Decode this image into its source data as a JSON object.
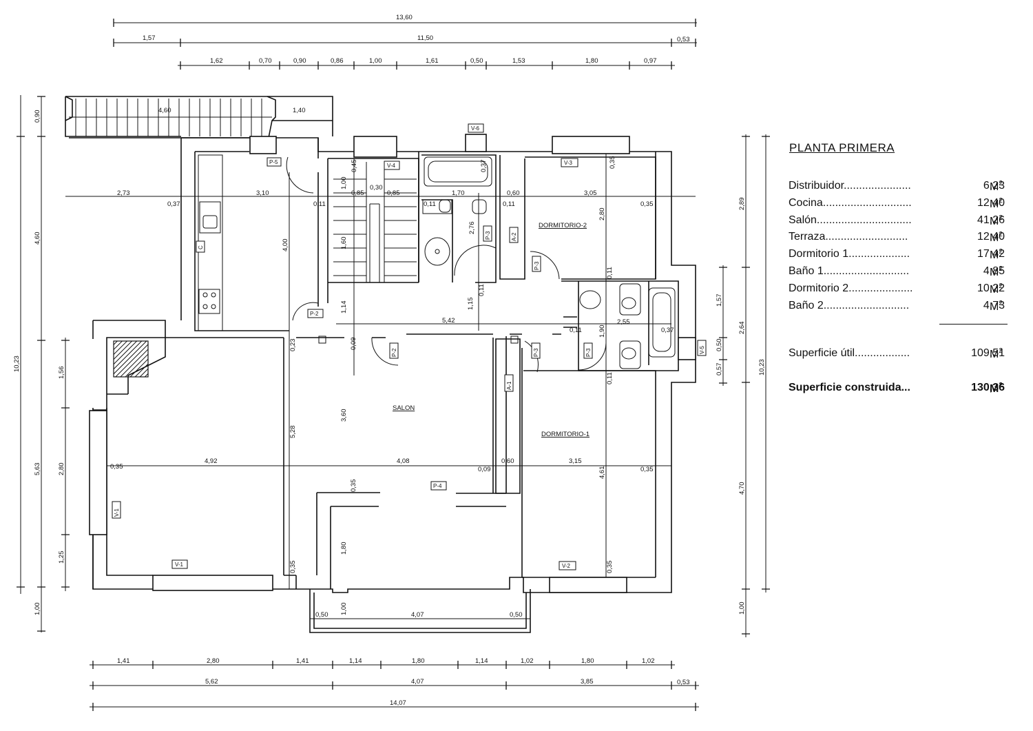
{
  "legend": {
    "title": "PLANTA PRIMERA",
    "unit": "M",
    "unit_exp": "2",
    "rows": [
      {
        "name": "Distribuidor......................",
        "value": "6,23"
      },
      {
        "name": "Cocina.............................",
        "value": "12,40"
      },
      {
        "name": "Salón...............................",
        "value": "41,26"
      },
      {
        "name": "Terraza...........................",
        "value": "12,40"
      },
      {
        "name": "Dormitorio 1....................",
        "value": "17,42"
      },
      {
        "name": "Baño 1............................",
        "value": "4,85"
      },
      {
        "name": "Dormitorio 2.....................",
        "value": "10,22"
      },
      {
        "name": "Baño 2............................",
        "value": "4,73"
      }
    ],
    "superficie_util": {
      "name": "Superficie útil..................",
      "value": "109,51"
    },
    "superficie_construida": {
      "name": "Superficie construida...",
      "value": "130,36"
    }
  },
  "plan": {
    "rooms": {
      "salon": "SALON",
      "dormitorio1": "DORMITORIO-1",
      "dormitorio2": "DORMITORIO-2"
    },
    "tags": {
      "p5": "P-5",
      "v4": "V-4",
      "v6": "V-6",
      "v3": "V-3",
      "p3a": "P-3",
      "a2": "A-2",
      "p3b": "P-3",
      "p2a": "P-2",
      "p2b": "P-2",
      "p3c": "P-3",
      "p3d": "P-3",
      "v5": "V-5",
      "a1": "A-1",
      "p4": "P-4",
      "v1a": "V-1",
      "v1b": "V-1",
      "v2": "V-2",
      "c": "C"
    },
    "top_dims": {
      "total": "13,60",
      "row2": [
        "1,57",
        "11,50",
        "0,53"
      ],
      "row3": [
        "1,62",
        "0,70",
        "0,90",
        "0,86",
        "1,00",
        "1,61",
        "0,50",
        "1,53",
        "1,80",
        "0,97"
      ]
    },
    "bottom_dims": {
      "row1": [
        "1,41",
        "2,80",
        "1,41",
        "1,14",
        "1,80",
        "1,14",
        "1,02",
        "1,80",
        "1,02"
      ],
      "row2": [
        "5,62",
        "4,07",
        "3,85",
        "0,53"
      ],
      "total": "14,07"
    },
    "left_dims": {
      "total": "10,23",
      "upper": [
        "0,90",
        "4,60"
      ],
      "lower": [
        "1,56",
        "2,80",
        "1,25",
        "1,00"
      ],
      "lower_big": "5,63"
    },
    "right_dims": {
      "outer": "10,23",
      "inner": [
        "2,89",
        "2,64",
        "4,70",
        "1,00"
      ],
      "small": [
        "1,57",
        "0,50",
        "0,57"
      ]
    },
    "interior_dims": {
      "stairs_w": "4,60",
      "terr_w": "1,40",
      "d273": "2,73",
      "d037a": "0,37",
      "d310": "3,10",
      "d011a": "0,11",
      "d400": "4,00",
      "d045": "0,45",
      "d100a": "1,00",
      "d085a": "0,85",
      "d030": "0,30",
      "d085b": "0,85",
      "d160": "1,60",
      "d114": "1,14",
      "d037b": "0,37",
      "d170": "1,70",
      "d060a": "0,60",
      "d011b": "0,11",
      "d011c": "0,11",
      "d276": "2,76",
      "d035a": "0,35",
      "d305": "3,05",
      "d035b": "0,35",
      "d280": "2,80",
      "d011d": "0,11",
      "d115": "1,15",
      "d011e": "0,11",
      "d542": "5,42",
      "d255": "2,55",
      "d037c": "0,37",
      "d011f": "0,11",
      "d190": "1,90",
      "d011g": "0,11",
      "d023": "0,23",
      "d009a": "0,09",
      "d360": "3,60",
      "d528": "5,28",
      "d035c": "0,35",
      "d492": "4,92",
      "d408": "4,08",
      "d009b": "0,09",
      "d060b": "0,60",
      "d315": "3,15",
      "d461": "4,61",
      "d035d": "0,35",
      "d035e": "0,35",
      "d180": "1,80",
      "d035f": "0,35",
      "d035g": "0,35",
      "d050a": "0,50",
      "d100b": "1,00",
      "d407": "4,07",
      "d050b": "0,50"
    }
  }
}
